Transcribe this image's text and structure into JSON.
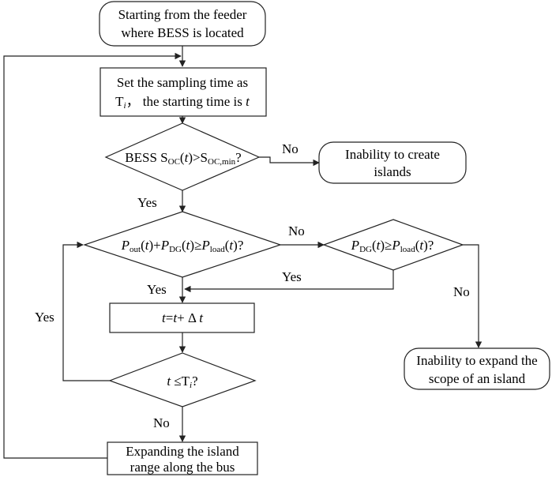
{
  "nodes": {
    "start": [
      "Starting from the feeder",
      "where BESS is located"
    ],
    "set_sampling": {
      "line1": "Set the sampling time as",
      "line2_T": "T",
      "line2_i": "i",
      "line2_rest": "，  the starting time is ",
      "line2_t": "t"
    },
    "soc_check": {
      "prefix": "BESS S",
      "oc": "OC",
      "paren_open": "(",
      "t": "t",
      "paren_close": ")>S",
      "oc_min": "OC,min",
      "q": "?"
    },
    "no_islands": [
      "Inability to create",
      "islands"
    ],
    "power_check": {
      "P": "P",
      "out": "out",
      "t": "t",
      "plus": "(",
      "close": ")+",
      "dg": "DG",
      "geq": ")≥",
      "load": "load",
      "end": ")?"
    },
    "dg_check": {
      "P": "P",
      "dg": "DG",
      "t": "t",
      "open": "(",
      "geq": ")≥",
      "load": "load",
      "end": ")?"
    },
    "increment": {
      "t": "t",
      "eq": "=",
      "plus": "+ Δ "
    },
    "time_check": {
      "t": "t",
      "le": " ≤T",
      "i": "i",
      "q": "?"
    },
    "no_expand": [
      "Inability to expand the",
      "scope of an island"
    ],
    "expand": [
      "Expanding the island",
      "range along the bus"
    ]
  },
  "edge_labels": {
    "soc_no": "No",
    "soc_yes": "Yes",
    "power_no": "No",
    "dg_yes": "Yes",
    "dg_no": "No",
    "power_yes": "Yes",
    "time_yes": "Yes",
    "time_no": "No"
  },
  "colors": {
    "stroke": "#222222",
    "fill": "#ffffff",
    "text": "#000000"
  }
}
